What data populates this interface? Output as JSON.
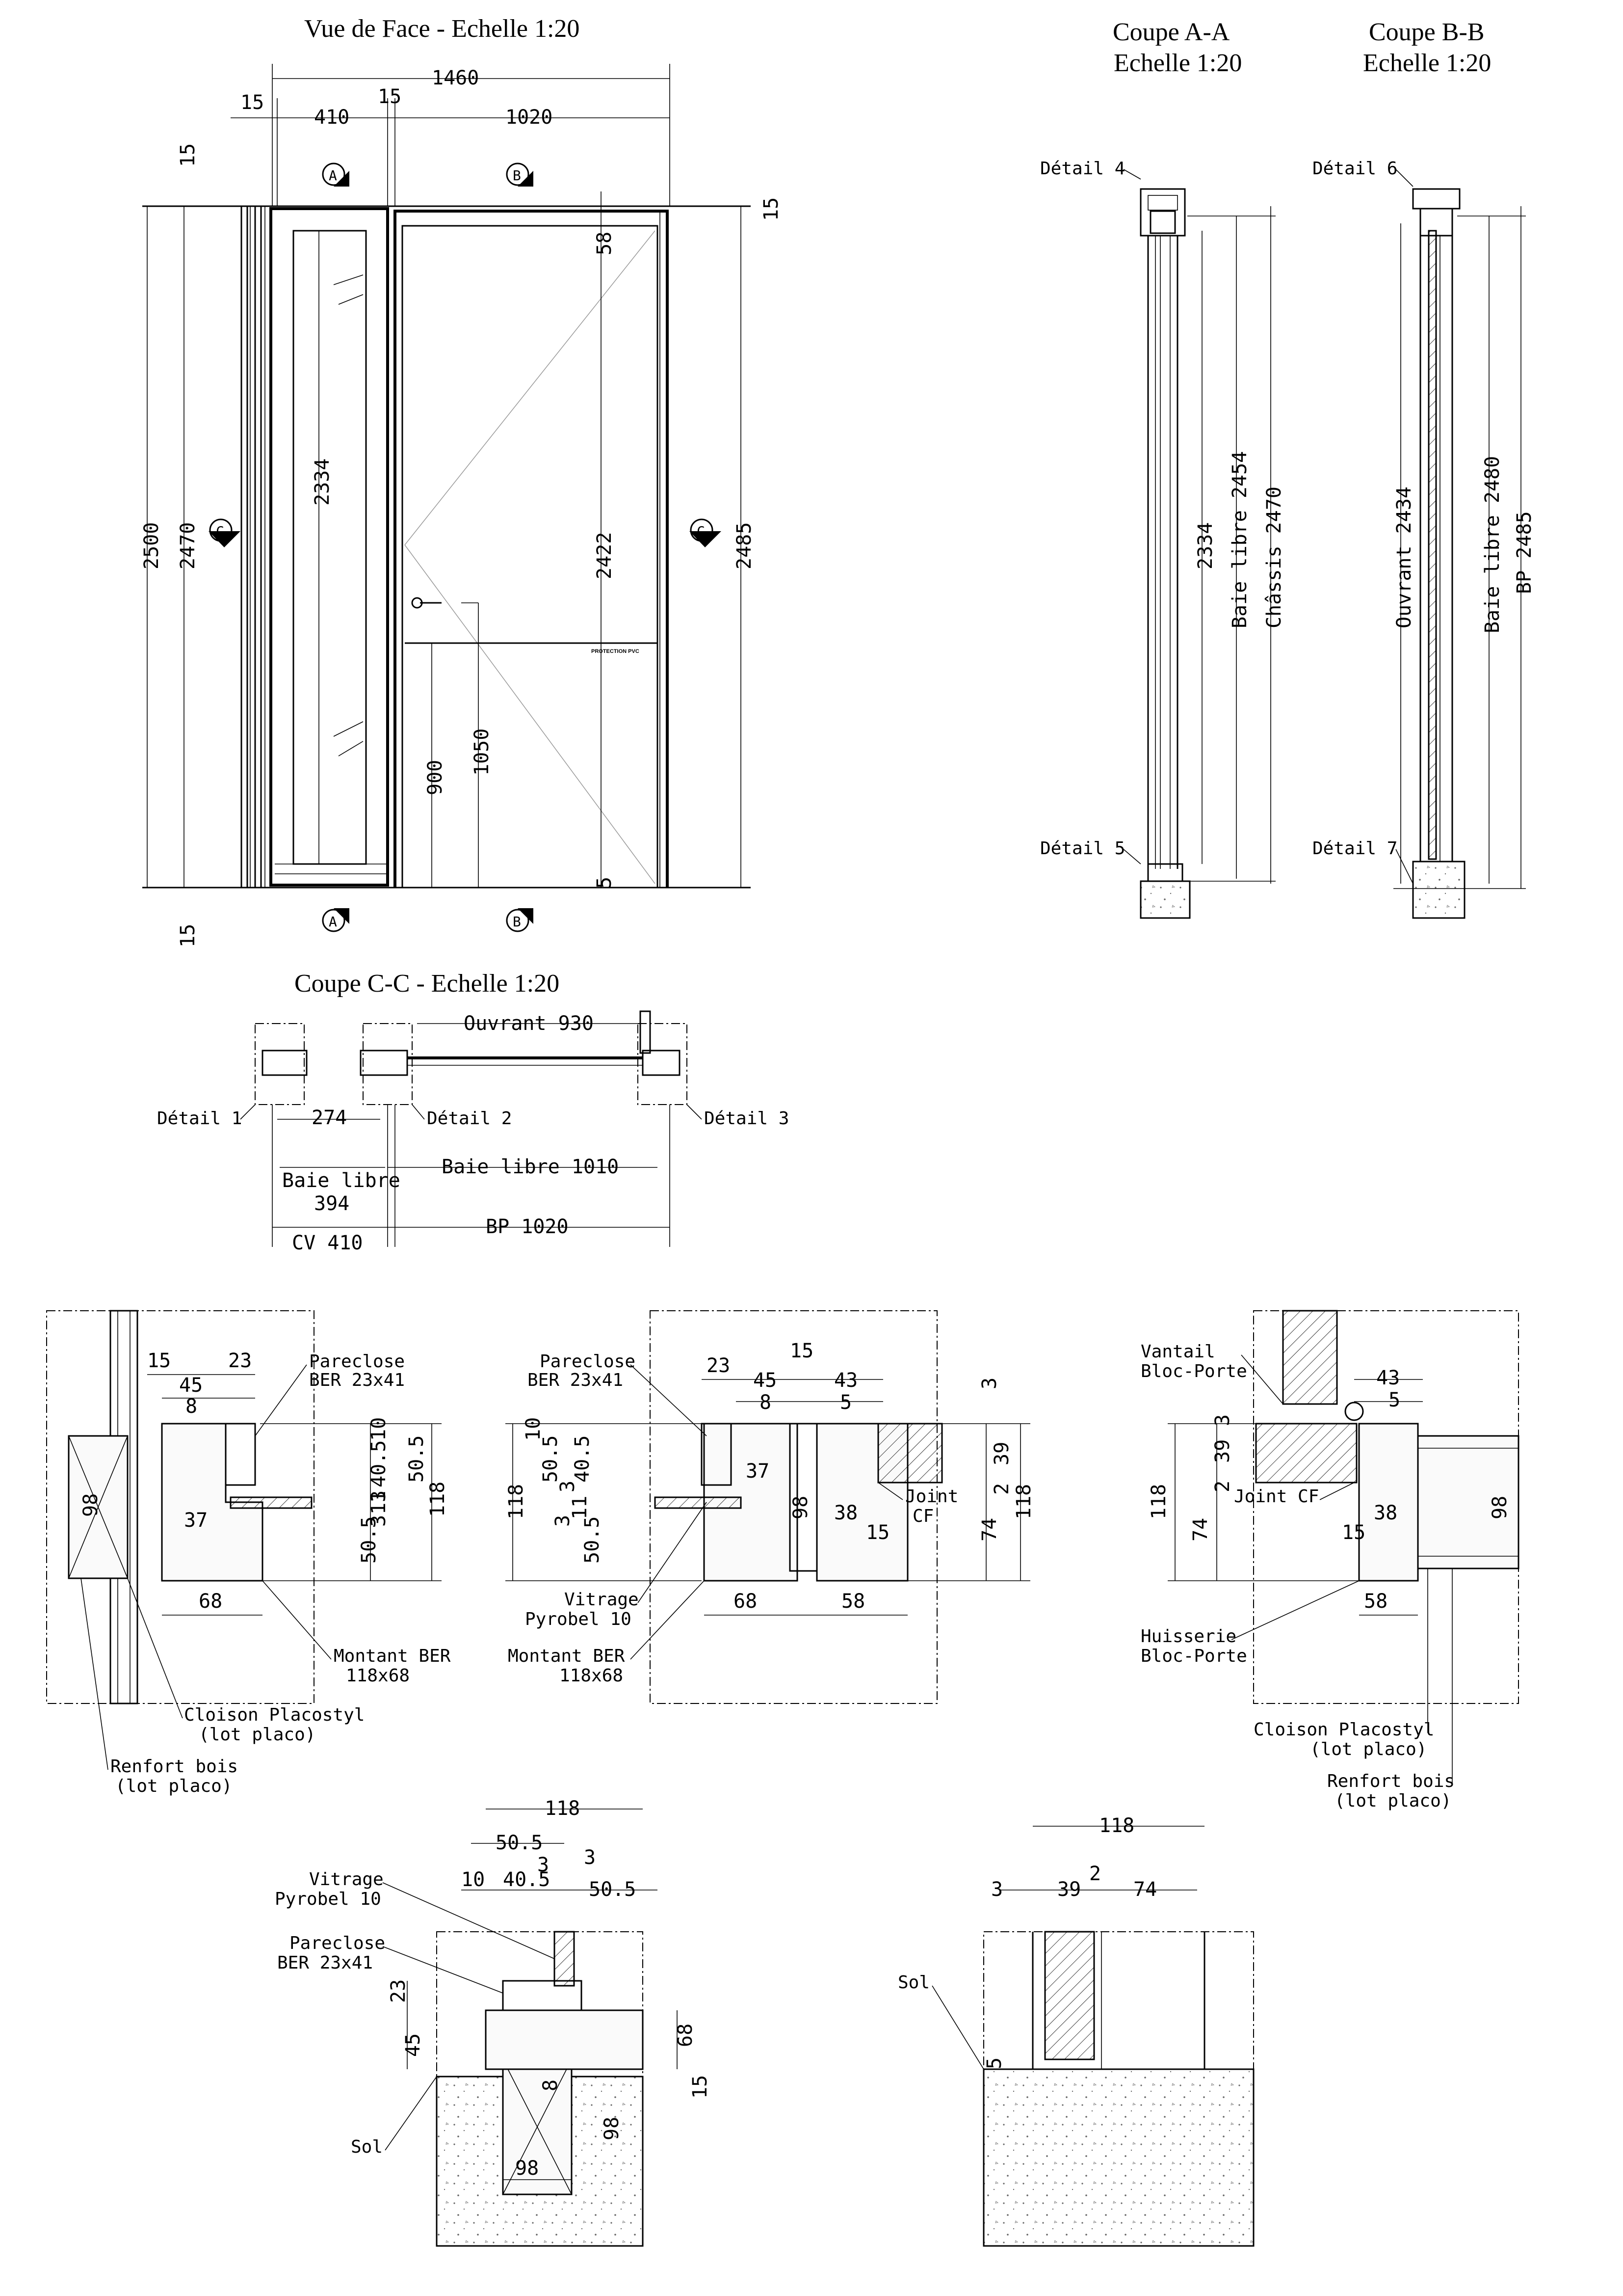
{
  "titles": {
    "front": "Vue de Face - Echelle 1:20",
    "section_aa_1": "Coupe A-A",
    "section_aa_2": "Echelle 1:20",
    "section_bb_1": "Coupe B-B",
    "section_bb_2": "Echelle 1:20",
    "section_cc": "Coupe C-C - Echelle 1:20"
  },
  "front_view": {
    "dims": {
      "total_width": "1460",
      "left_gap": "15",
      "side_light": "410",
      "mid_gap": "15",
      "door_width": "1020",
      "top_gap": "15",
      "top_gap_right": "15",
      "bottom_gap": "15",
      "height_2500": "2500",
      "height_2470": "2470",
      "height_2485": "2485",
      "glass_2334": "2334",
      "door_2422": "2422",
      "top_58": "58",
      "handle_1050": "1050",
      "protect_900": "900",
      "bottom_5": "5"
    },
    "markers": {
      "a": "A",
      "b": "B",
      "c": "C"
    },
    "protection_label": "PROTECTION PVC"
  },
  "section_aa": {
    "detail_top": "Détail 4",
    "detail_bottom": "Détail 5",
    "dim_2334": "2334",
    "dim_baie": "Baie libre 2454",
    "dim_chassis": "Châssis 2470"
  },
  "section_bb": {
    "detail_top": "Détail 6",
    "detail_bottom": "Détail 7",
    "dim_ouvrant": "Ouvrant 2434",
    "dim_baie": "Baie libre 2480",
    "dim_bp": "BP 2485"
  },
  "section_cc": {
    "ouvrant": "Ouvrant 930",
    "detail_1": "Détail 1",
    "detail_2": "Détail 2",
    "detail_3": "Détail 3",
    "dim_274": "274",
    "baie_libre_left_1": "Baie libre",
    "baie_libre_left_2": "394",
    "baie_libre_right": "Baie libre 1010",
    "cv": "CV 410",
    "bp": "BP 1020"
  },
  "detail1": {
    "dims": {
      "d15": "15",
      "d23": "23",
      "d45": "45",
      "d8": "8",
      "d10": "10",
      "d40_5": "40.5",
      "d50_5a": "50.5",
      "d3a": "3",
      "d11": "11",
      "d3b": "3",
      "d118": "118",
      "d50_5b": "50.5",
      "d98": "98",
      "d37": "37",
      "d68": "68"
    },
    "labels": {
      "pareclose_1": "Pareclose",
      "pareclose_2": "BER 23x41",
      "montant_1": "Montant BER",
      "montant_2": "118x68",
      "cloison_1": "Cloison Placostyl",
      "cloison_2": "(lot placo)",
      "renfort_1": "Renfort bois",
      "renfort_2": "(lot placo)"
    }
  },
  "detail2": {
    "dims": {
      "d23": "23",
      "d15": "15",
      "d45": "45",
      "d43": "43",
      "d8": "8",
      "d5": "5",
      "d3": "3",
      "d10": "10",
      "d50_5a": "50.5",
      "d40_5": "40.5",
      "d3a": "3",
      "d118l": "118",
      "d3b": "3",
      "d11": "11",
      "d50_5b": "50.5",
      "d37": "37",
      "d98": "98",
      "d38": "38",
      "d39": "39",
      "d2": "2",
      "d118r": "118",
      "d74": "74",
      "d15b": "15",
      "d68": "68",
      "d58": "58"
    },
    "labels": {
      "pareclose_1": "Pareclose",
      "pareclose_2": "BER 23x41",
      "joint_1": "Joint",
      "joint_2": "CF",
      "vitrage_1": "Vitrage",
      "vitrage_2": "Pyrobel 10",
      "montant_1": "Montant BER",
      "montant_2": "118x68"
    }
  },
  "detail3": {
    "dims": {
      "d43": "43",
      "d5": "5",
      "d3": "3",
      "d39": "39",
      "d2": "2",
      "d118": "118",
      "d74": "74",
      "d38": "38",
      "d15": "15",
      "d98": "98",
      "d58": "58"
    },
    "labels": {
      "vantail_1": "Vantail",
      "vantail_2": "Bloc-Porte",
      "joint": "Joint CF",
      "huisserie_1": "Huisserie",
      "huisserie_2": "Bloc-Porte",
      "cloison_1": "Cloison Placostyl",
      "cloison_2": "(lot placo)",
      "renfort_1": "Renfort bois",
      "renfort_2": "(lot placo)"
    }
  },
  "detail5": {
    "dims": {
      "d118": "118",
      "d50_5": "50.5",
      "d3a": "3",
      "d3b": "3",
      "d10": "10",
      "d40_5": "40.5",
      "d50_5b": "50.5",
      "d23": "23",
      "d45": "45",
      "d68": "68",
      "d8": "8",
      "d15": "15",
      "d98v": "98",
      "d98h": "98"
    },
    "labels": {
      "vitrage_1": "Vitrage",
      "vitrage_2": "Pyrobel 10",
      "pareclose_1": "Pareclose",
      "pareclose_2": "BER 23x41",
      "sol": "Sol"
    }
  },
  "detail7": {
    "dims": {
      "d118": "118",
      "d3": "3",
      "d39": "39",
      "d2": "2",
      "d74": "74",
      "d5": "5"
    },
    "labels": {
      "sol": "Sol"
    }
  }
}
